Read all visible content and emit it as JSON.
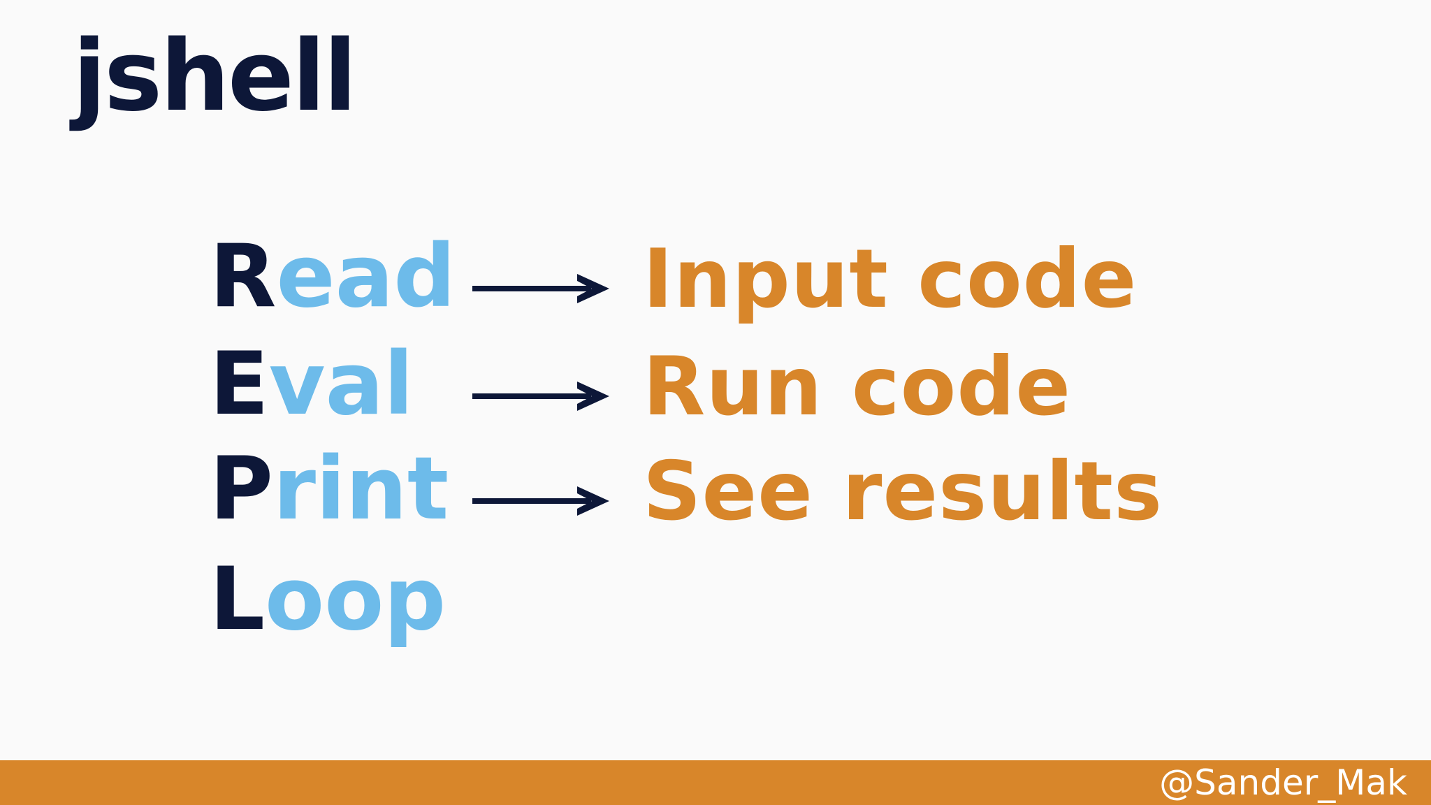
{
  "slide": {
    "title": "jshell",
    "rows": [
      {
        "initial": "R",
        "rest": "ead",
        "result": "Input code"
      },
      {
        "initial": "E",
        "rest": "val",
        "result": "Run code"
      },
      {
        "initial": "P",
        "rest": "rint",
        "result": "See results"
      },
      {
        "initial": "L",
        "rest": "oop",
        "result": ""
      }
    ],
    "footer": {
      "handle": "@Sander_Mak"
    }
  },
  "colors": {
    "background": "#fafafa",
    "navy": "#0d1738",
    "light_blue": "#6dbbea",
    "orange": "#d8862a",
    "white": "#ffffff"
  },
  "icons": {
    "arrow": "right-arrow-icon"
  }
}
